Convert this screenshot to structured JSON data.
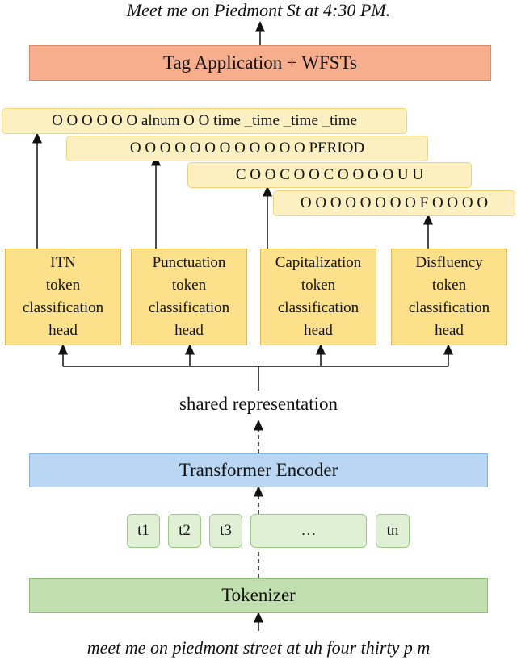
{
  "output_text": "Meet me on Piedmont St at 4:30 PM.",
  "tag_application": "Tag Application + WFSTs",
  "tag_sequences": [
    "O O O O O O alnum O O time _time _time _time",
    "O O O O O O O O O O O O PERIOD",
    "C O O C O O C O O O O U U",
    "O O O O O O O O F O O O O"
  ],
  "heads": [
    {
      "lines": [
        "ITN",
        "token",
        "classification",
        "head"
      ]
    },
    {
      "lines": [
        "Punctuation",
        "token",
        "classification",
        "head"
      ]
    },
    {
      "lines": [
        "Capitalization",
        "token",
        "classification",
        "head"
      ]
    },
    {
      "lines": [
        "Disfluency",
        "token",
        "classification",
        "head"
      ]
    }
  ],
  "shared_representation": "shared representation",
  "encoder": "Transformer Encoder",
  "tokens": [
    "t1",
    "t2",
    "t3",
    "…",
    "tn"
  ],
  "tokenizer": "Tokenizer",
  "input_text": "meet me on piedmont street at uh four thirty p m"
}
